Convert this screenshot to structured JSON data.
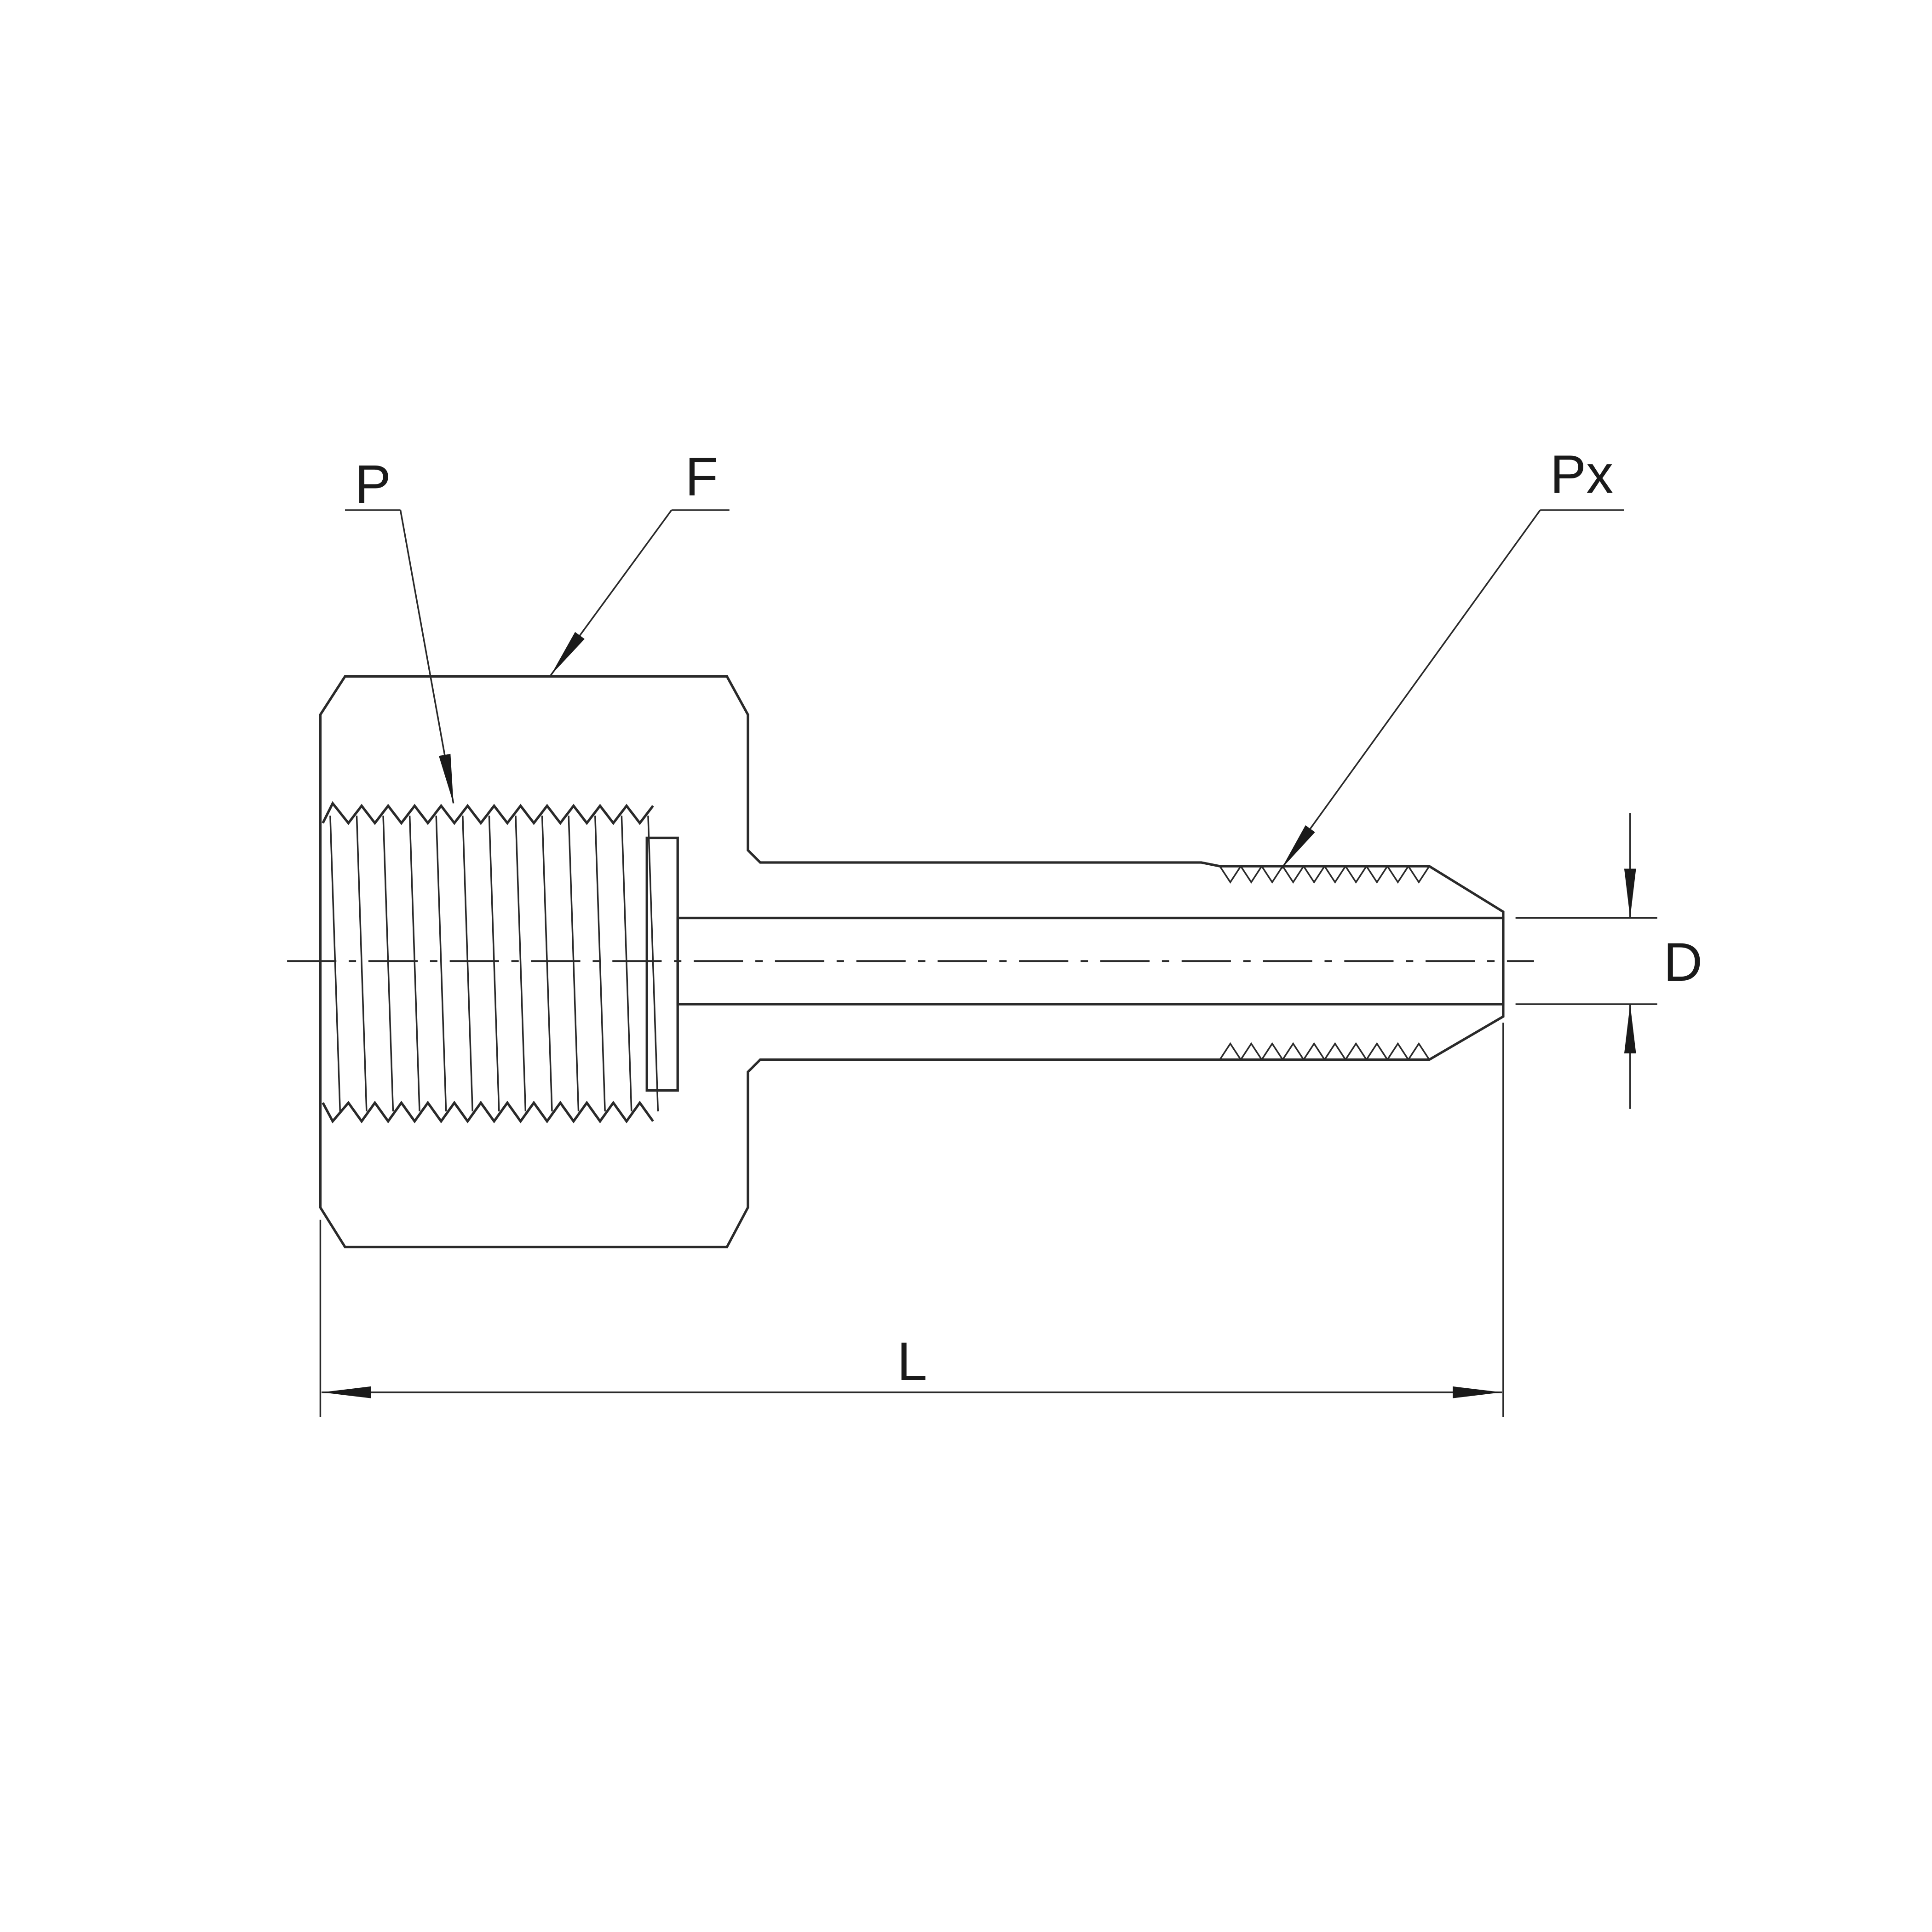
{
  "labels": {
    "p": "P",
    "f": "F",
    "px": "Px",
    "d": "D",
    "l": "L"
  },
  "colors": {
    "body_fill": "#cbcbcb",
    "line": "#2a2a2a",
    "background": "#ffffff"
  }
}
